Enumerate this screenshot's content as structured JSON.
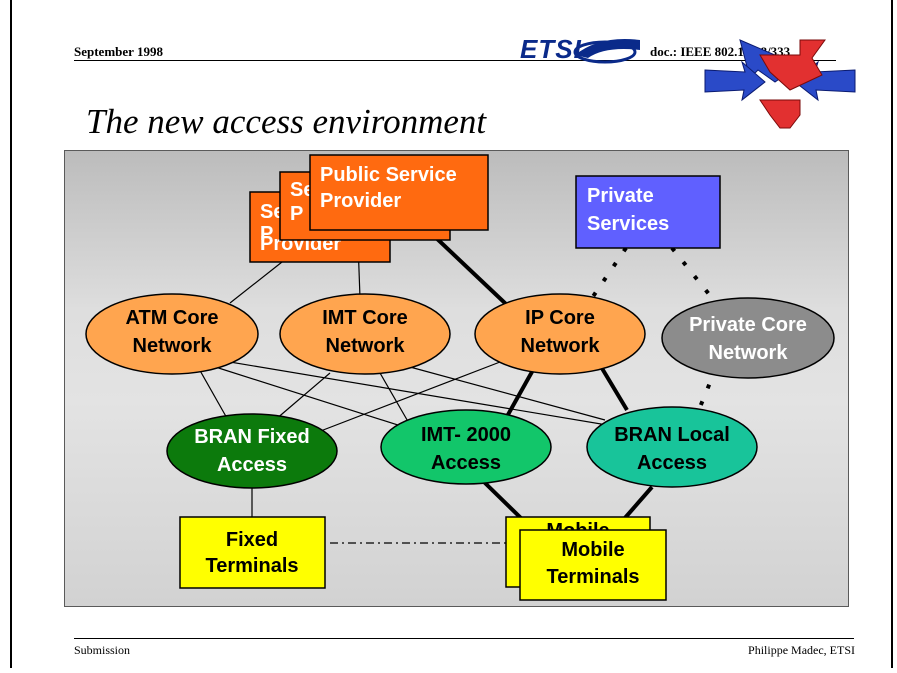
{
  "header": {
    "date": "September 1998",
    "logo_text": "ETSI",
    "doc_ref": "doc.: IEEE 802.11-98/333"
  },
  "title": "The new access environment",
  "nodes": {
    "provider_back1": {
      "l1": "Se",
      "l2": "P",
      "l3": "Provider"
    },
    "provider_back2": {
      "l1": "Se",
      "l2": "P"
    },
    "public_service_provider": {
      "l1": "Public Service",
      "l2": "Provider"
    },
    "private_services": {
      "l1": "Private",
      "l2": "Services"
    },
    "atm_core": {
      "l1": "ATM Core",
      "l2": "Network"
    },
    "imt_core": {
      "l1": "IMT Core",
      "l2": "Network"
    },
    "ip_core": {
      "l1": "IP Core",
      "l2": "Network"
    },
    "private_core": {
      "l1": "Private Core",
      "l2": "Network"
    },
    "bran_fixed": {
      "l1": "BRAN Fixed",
      "l2": "Access"
    },
    "imt2000": {
      "l1": "IMT- 2000",
      "l2": "Access"
    },
    "bran_local": {
      "l1": "BRAN Local",
      "l2": "Access"
    },
    "fixed_terminals": {
      "l1": "Fixed",
      "l2": "Terminals"
    },
    "mobile_back": {
      "l1": "Mobile"
    },
    "mobile_terminals": {
      "l1": "Mobile",
      "l2": "Terminals"
    }
  },
  "colors": {
    "provider": "#ff6a10",
    "private_services": "#6060ff",
    "core": "#ffa54f",
    "private_core": "#8c8c8c",
    "bran_fixed": "#0c7a0c",
    "imt2000": "#12c66a",
    "bran_local": "#18c49a",
    "terminals": "#ffff00"
  },
  "footer": {
    "left": "Submission",
    "right": "Philippe Madec, ETSI"
  }
}
